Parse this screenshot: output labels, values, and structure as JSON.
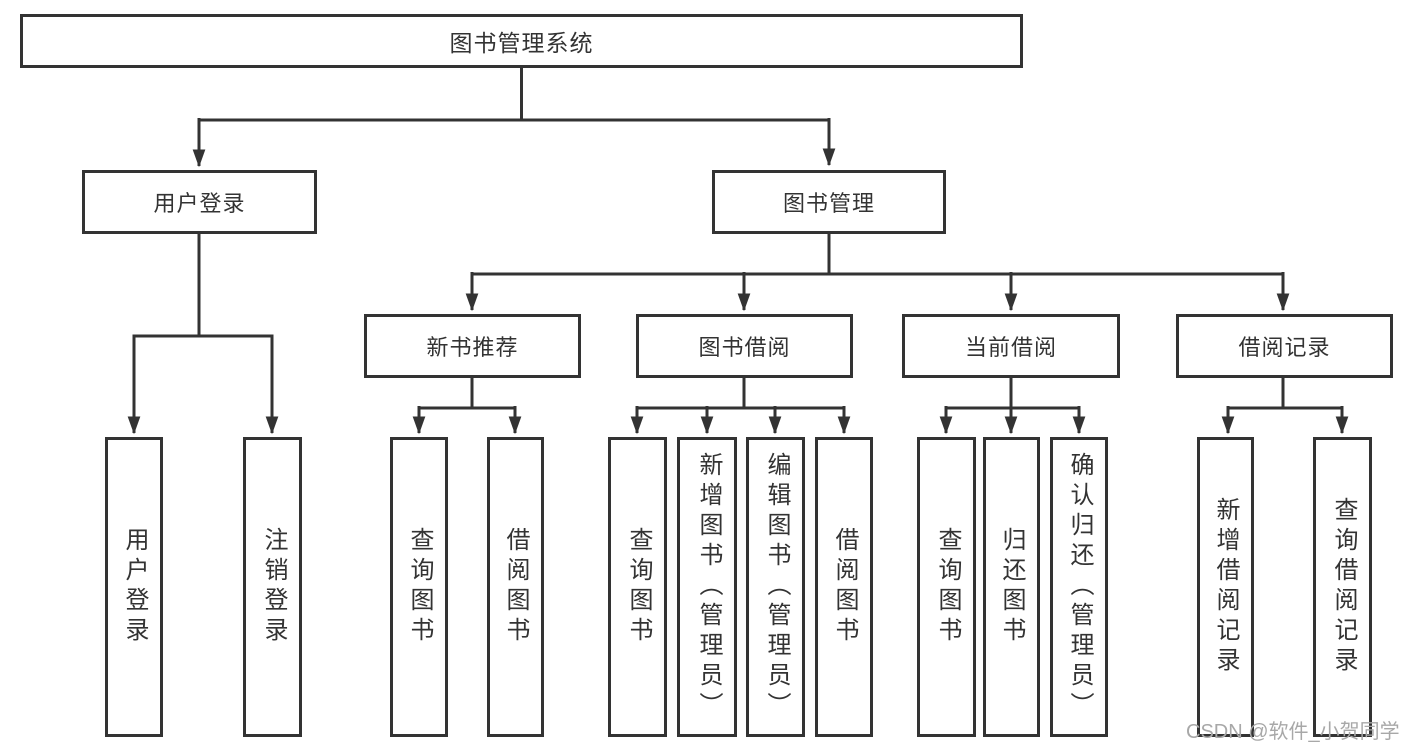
{
  "tree": {
    "root": "图书管理系统",
    "children": [
      {
        "label": "用户登录",
        "children": [
          {
            "label": "用户登录"
          },
          {
            "label": "注销登录"
          }
        ]
      },
      {
        "label": "图书管理",
        "children": [
          {
            "label": "新书推荐",
            "children": [
              {
                "label": "查询图书"
              },
              {
                "label": "借阅图书"
              }
            ]
          },
          {
            "label": "图书借阅",
            "children": [
              {
                "label": "查询图书"
              },
              {
                "label": "新增图书（管理员）"
              },
              {
                "label": "编辑图书（管理员）"
              },
              {
                "label": "借阅图书"
              }
            ]
          },
          {
            "label": "当前借阅",
            "children": [
              {
                "label": "查询图书"
              },
              {
                "label": "归还图书"
              },
              {
                "label": "确认归还（管理员）"
              }
            ]
          },
          {
            "label": "借阅记录",
            "children": [
              {
                "label": "新增借阅记录"
              },
              {
                "label": "查询借阅记录"
              }
            ]
          }
        ]
      }
    ]
  },
  "watermark": {
    "text": "CSDN @软件_小贺同学"
  },
  "colors": {
    "line": "#333333",
    "text": "#333333",
    "background": "#ffffff",
    "watermark": "#a8a8a8"
  }
}
